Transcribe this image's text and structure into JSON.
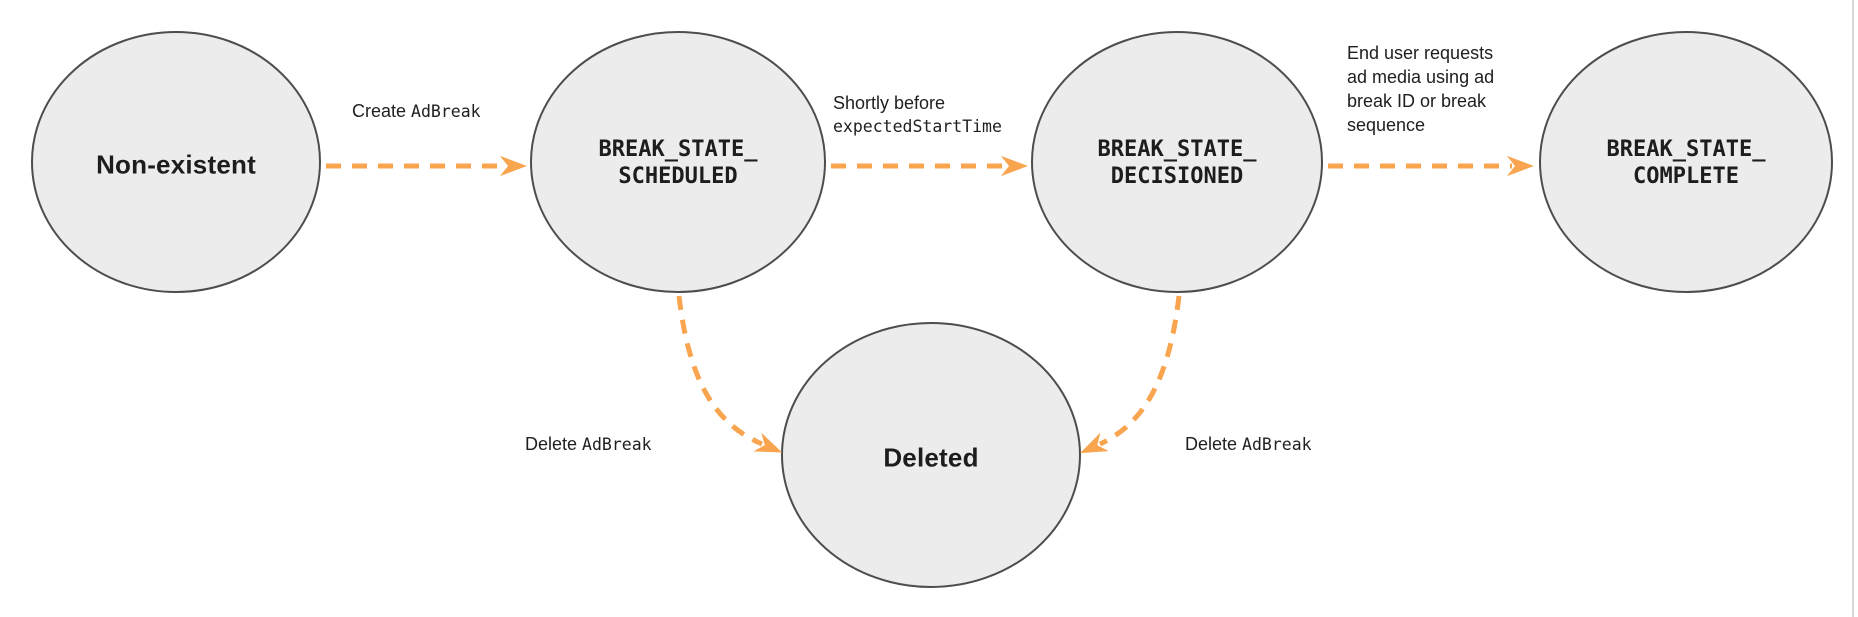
{
  "colors": {
    "arrow": "#F9A44E",
    "node_fill": "#ececec",
    "node_border": "#4d4d4d",
    "text": "#1d1d1d"
  },
  "nodes": [
    {
      "id": "non-existent",
      "style": "plain",
      "label_lines": [
        "Non-existent"
      ]
    },
    {
      "id": "break-state-scheduled",
      "style": "code",
      "label_lines": [
        "BREAK_STATE_",
        "SCHEDULED"
      ]
    },
    {
      "id": "break-state-decisioned",
      "style": "code",
      "label_lines": [
        "BREAK_STATE_",
        "DECISIONED"
      ]
    },
    {
      "id": "break-state-complete",
      "style": "code",
      "label_lines": [
        "BREAK_STATE_",
        "COMPLETE"
      ]
    },
    {
      "id": "deleted",
      "style": "plain",
      "label_lines": [
        "Deleted"
      ]
    }
  ],
  "transitions": [
    {
      "from": "non-existent",
      "to": "break-state-scheduled",
      "label_prefix": "Create",
      "label_code": "AdBreak"
    },
    {
      "from": "break-state-scheduled",
      "to": "break-state-decisioned",
      "label_prefix": "Shortly before",
      "label_code": "expectedStartTime"
    },
    {
      "from": "break-state-decisioned",
      "to": "break-state-complete",
      "label_lines": [
        "End user requests",
        "ad media using ad",
        "break ID or break",
        "sequence"
      ]
    },
    {
      "from": "break-state-scheduled",
      "to": "deleted",
      "label_prefix": "Delete",
      "label_code": "AdBreak"
    },
    {
      "from": "break-state-decisioned",
      "to": "deleted",
      "label_prefix": "Delete",
      "label_code": "AdBreak"
    }
  ]
}
